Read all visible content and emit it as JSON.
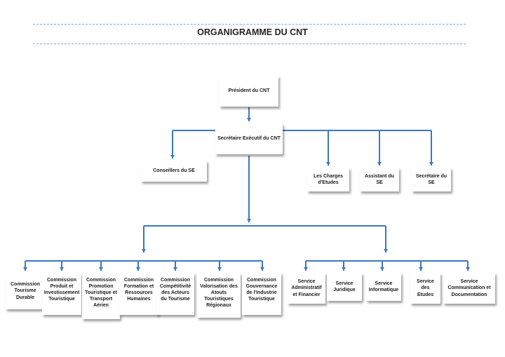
{
  "title": "ORGANIGRAMME DU CNT",
  "colors": {
    "line": "#3a78c2",
    "rule": "#7fa3cf"
  },
  "nodes": {
    "president": "Président du CNT",
    "se": "Secrétaire Exécutif du CNT",
    "conseillers": "Conseillers du SE",
    "charges": "Les Charges\nd'Etudes",
    "assistant": "Assistant du\nSE",
    "secretaire": "Secrétaire du\nSE",
    "commissions": [
      "Commission\nTourisme\nDurable",
      "Commission\nProduit et\nInvestissement\nTouristique",
      "Commission\nPromotion\nTouristique et\nTransport\nAérien",
      "Commission\nFormation et\nRessources\nHumaines",
      "Commission\nCompétitivité\ndes Acteurs\ndu Tourisme",
      "Commission\nValorisation des\nAtouts\nTouristiques\nRégionaux",
      "Commission\nGouvernance\nde l'Industrie\nTouristique"
    ],
    "services": [
      "Service\nAdministratif\net Financier",
      "Service\nJuridique",
      "Service\nInformatique",
      "Service\ndes\nEtudes",
      "Service\nCommunication et\nDocumentation"
    ]
  }
}
